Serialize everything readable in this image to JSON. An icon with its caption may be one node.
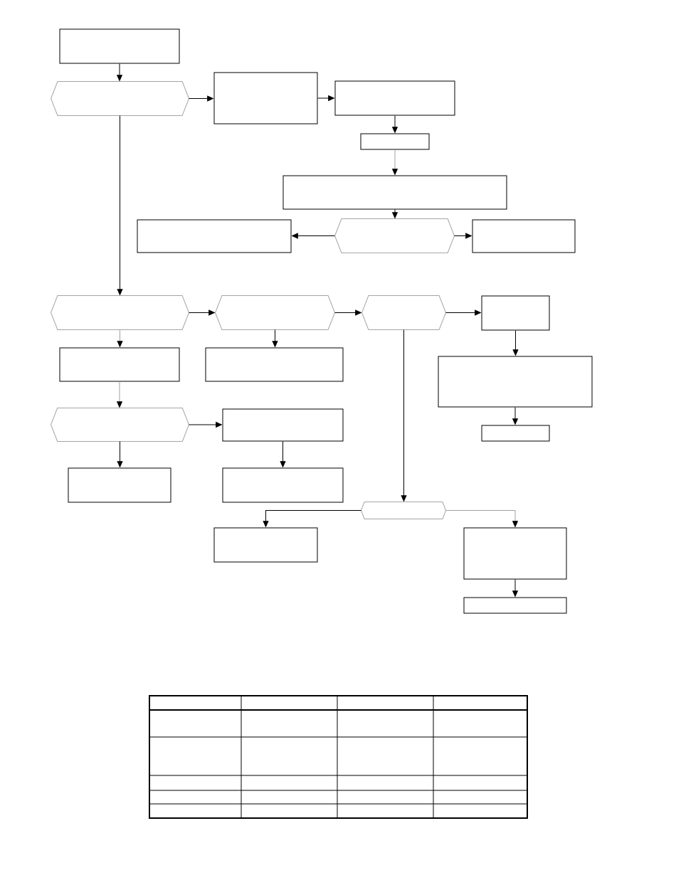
{
  "diagram": {
    "nodes": [
      {
        "text": [],
        "shape": "box"
      },
      {
        "text": [],
        "shape": "hexagon"
      },
      {
        "text": [],
        "shape": "box"
      },
      {
        "text": [],
        "shape": "box"
      },
      {
        "text": [],
        "shape": "box"
      },
      {
        "text": [],
        "shape": "box"
      },
      {
        "text": [],
        "shape": "box"
      },
      {
        "text": [],
        "shape": "hexagon"
      },
      {
        "text": [],
        "shape": "box"
      },
      {
        "text": [],
        "shape": "hexagon"
      },
      {
        "text": [],
        "shape": "hexagon"
      },
      {
        "text": [],
        "shape": "hexagon"
      },
      {
        "text": [],
        "shape": "box"
      },
      {
        "text": [],
        "shape": "box"
      },
      {
        "text": [],
        "shape": "box"
      },
      {
        "text": [],
        "shape": "box"
      },
      {
        "text": [],
        "shape": "hexagon"
      },
      {
        "text": [],
        "shape": "box"
      },
      {
        "text": [],
        "shape": "box"
      },
      {
        "text": [],
        "shape": "box"
      },
      {
        "text": [],
        "shape": "box"
      },
      {
        "text": [],
        "shape": "hexagon"
      },
      {
        "text": [],
        "shape": "box"
      },
      {
        "text": [],
        "shape": "box"
      },
      {
        "text": [],
        "shape": "box"
      }
    ],
    "edges": [
      {
        "from": 0,
        "to": 1,
        "arrow": "to"
      },
      {
        "from": 1,
        "to": 2,
        "arrow": "to"
      },
      {
        "from": 2,
        "to": 3,
        "arrow": "to"
      },
      {
        "from": 3,
        "to": 4,
        "arrow": "to"
      },
      {
        "from": 4,
        "to": 5,
        "arrow": "to",
        "color": "#a0a0a0"
      },
      {
        "from": 5,
        "to": 7,
        "arrow": "to"
      },
      {
        "from": 7,
        "to": 6,
        "arrow": "to"
      },
      {
        "from": 7,
        "to": 8,
        "arrow": "to"
      },
      {
        "from": 1,
        "to": 9,
        "arrow": "to"
      },
      {
        "from": 9,
        "to": 10,
        "arrow": "to"
      },
      {
        "from": 10,
        "to": 11,
        "arrow": "to"
      },
      {
        "from": 11,
        "to": 12,
        "arrow": "to"
      },
      {
        "from": 9,
        "to": 13,
        "arrow": "to",
        "color": "#a0a0a0"
      },
      {
        "from": 10,
        "to": 14,
        "arrow": "to"
      },
      {
        "from": 12,
        "to": 15,
        "arrow": "to"
      },
      {
        "from": 15,
        "to": 18,
        "arrow": "to"
      },
      {
        "from": 13,
        "to": 16,
        "arrow": "to",
        "color": "#a0a0a0"
      },
      {
        "from": 16,
        "to": 17,
        "arrow": "to"
      },
      {
        "from": 16,
        "to": 19,
        "arrow": "to"
      },
      {
        "from": 17,
        "to": 20,
        "arrow": "to"
      },
      {
        "from": 11,
        "to": 21,
        "arrow": "to"
      },
      {
        "from": 21,
        "to": 22,
        "arrow": "to"
      },
      {
        "from": 21,
        "to": 23,
        "arrow": "to",
        "color": "#a0a0a0"
      },
      {
        "from": 23,
        "to": 24,
        "arrow": "to"
      }
    ]
  }
}
